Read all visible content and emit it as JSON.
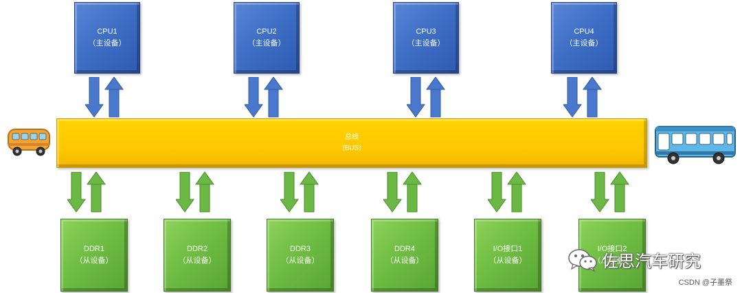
{
  "bus": {
    "title": "总线",
    "subtitle": "(BUS)"
  },
  "masters": [
    {
      "name": "CPU1",
      "role": "（主设备）"
    },
    {
      "name": "CPU2",
      "role": "（主设备）"
    },
    {
      "name": "CPU3",
      "role": "（主设备）"
    },
    {
      "name": "CPU4",
      "role": "（主设备）"
    }
  ],
  "slaves": [
    {
      "name": "DDR1",
      "role": "（从设备）"
    },
    {
      "name": "DDR2",
      "role": "（从设备）"
    },
    {
      "name": "DDR3",
      "role": "（从设备）"
    },
    {
      "name": "DDR4",
      "role": "（从设备）"
    },
    {
      "name": "I/O接口1",
      "role": "（从设备）"
    },
    {
      "name": "I/O接口2",
      "role": "（从设备）"
    }
  ],
  "watermark": {
    "text": "佐思汽车研究",
    "icon": "wechat-icon"
  },
  "credit": "CSDN @子墨祭",
  "colors": {
    "master_fill": "#3f6fc6",
    "slave_fill": "#6fbd43",
    "bus_fill": "#ffc800",
    "up_arrow_blue": "#4a78cc",
    "down_arrow_green": "#6cb845"
  }
}
